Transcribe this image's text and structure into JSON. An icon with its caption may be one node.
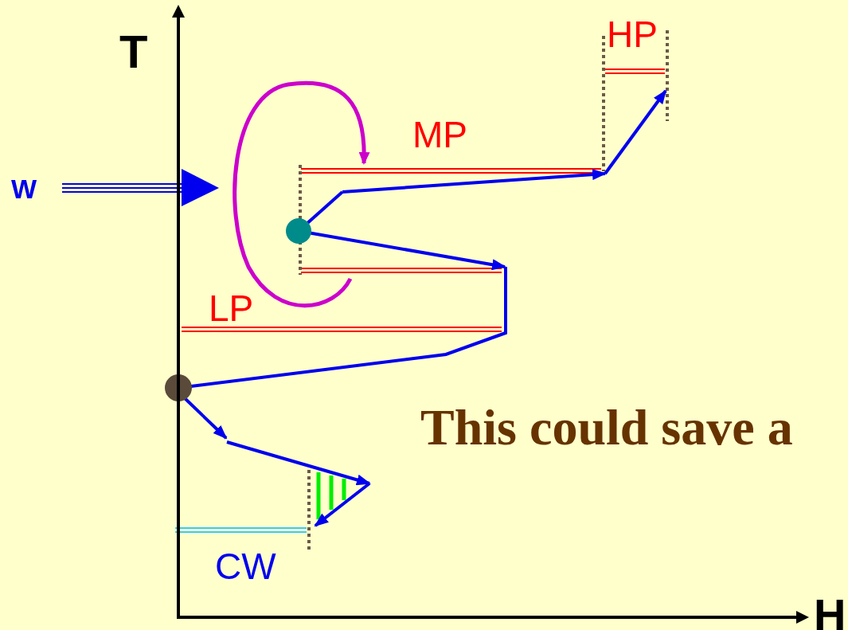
{
  "diagram": {
    "labels": [
      "T",
      "HP",
      "MP",
      "W",
      "LP",
      "CW",
      "This could save a",
      "H"
    ]
  }
}
